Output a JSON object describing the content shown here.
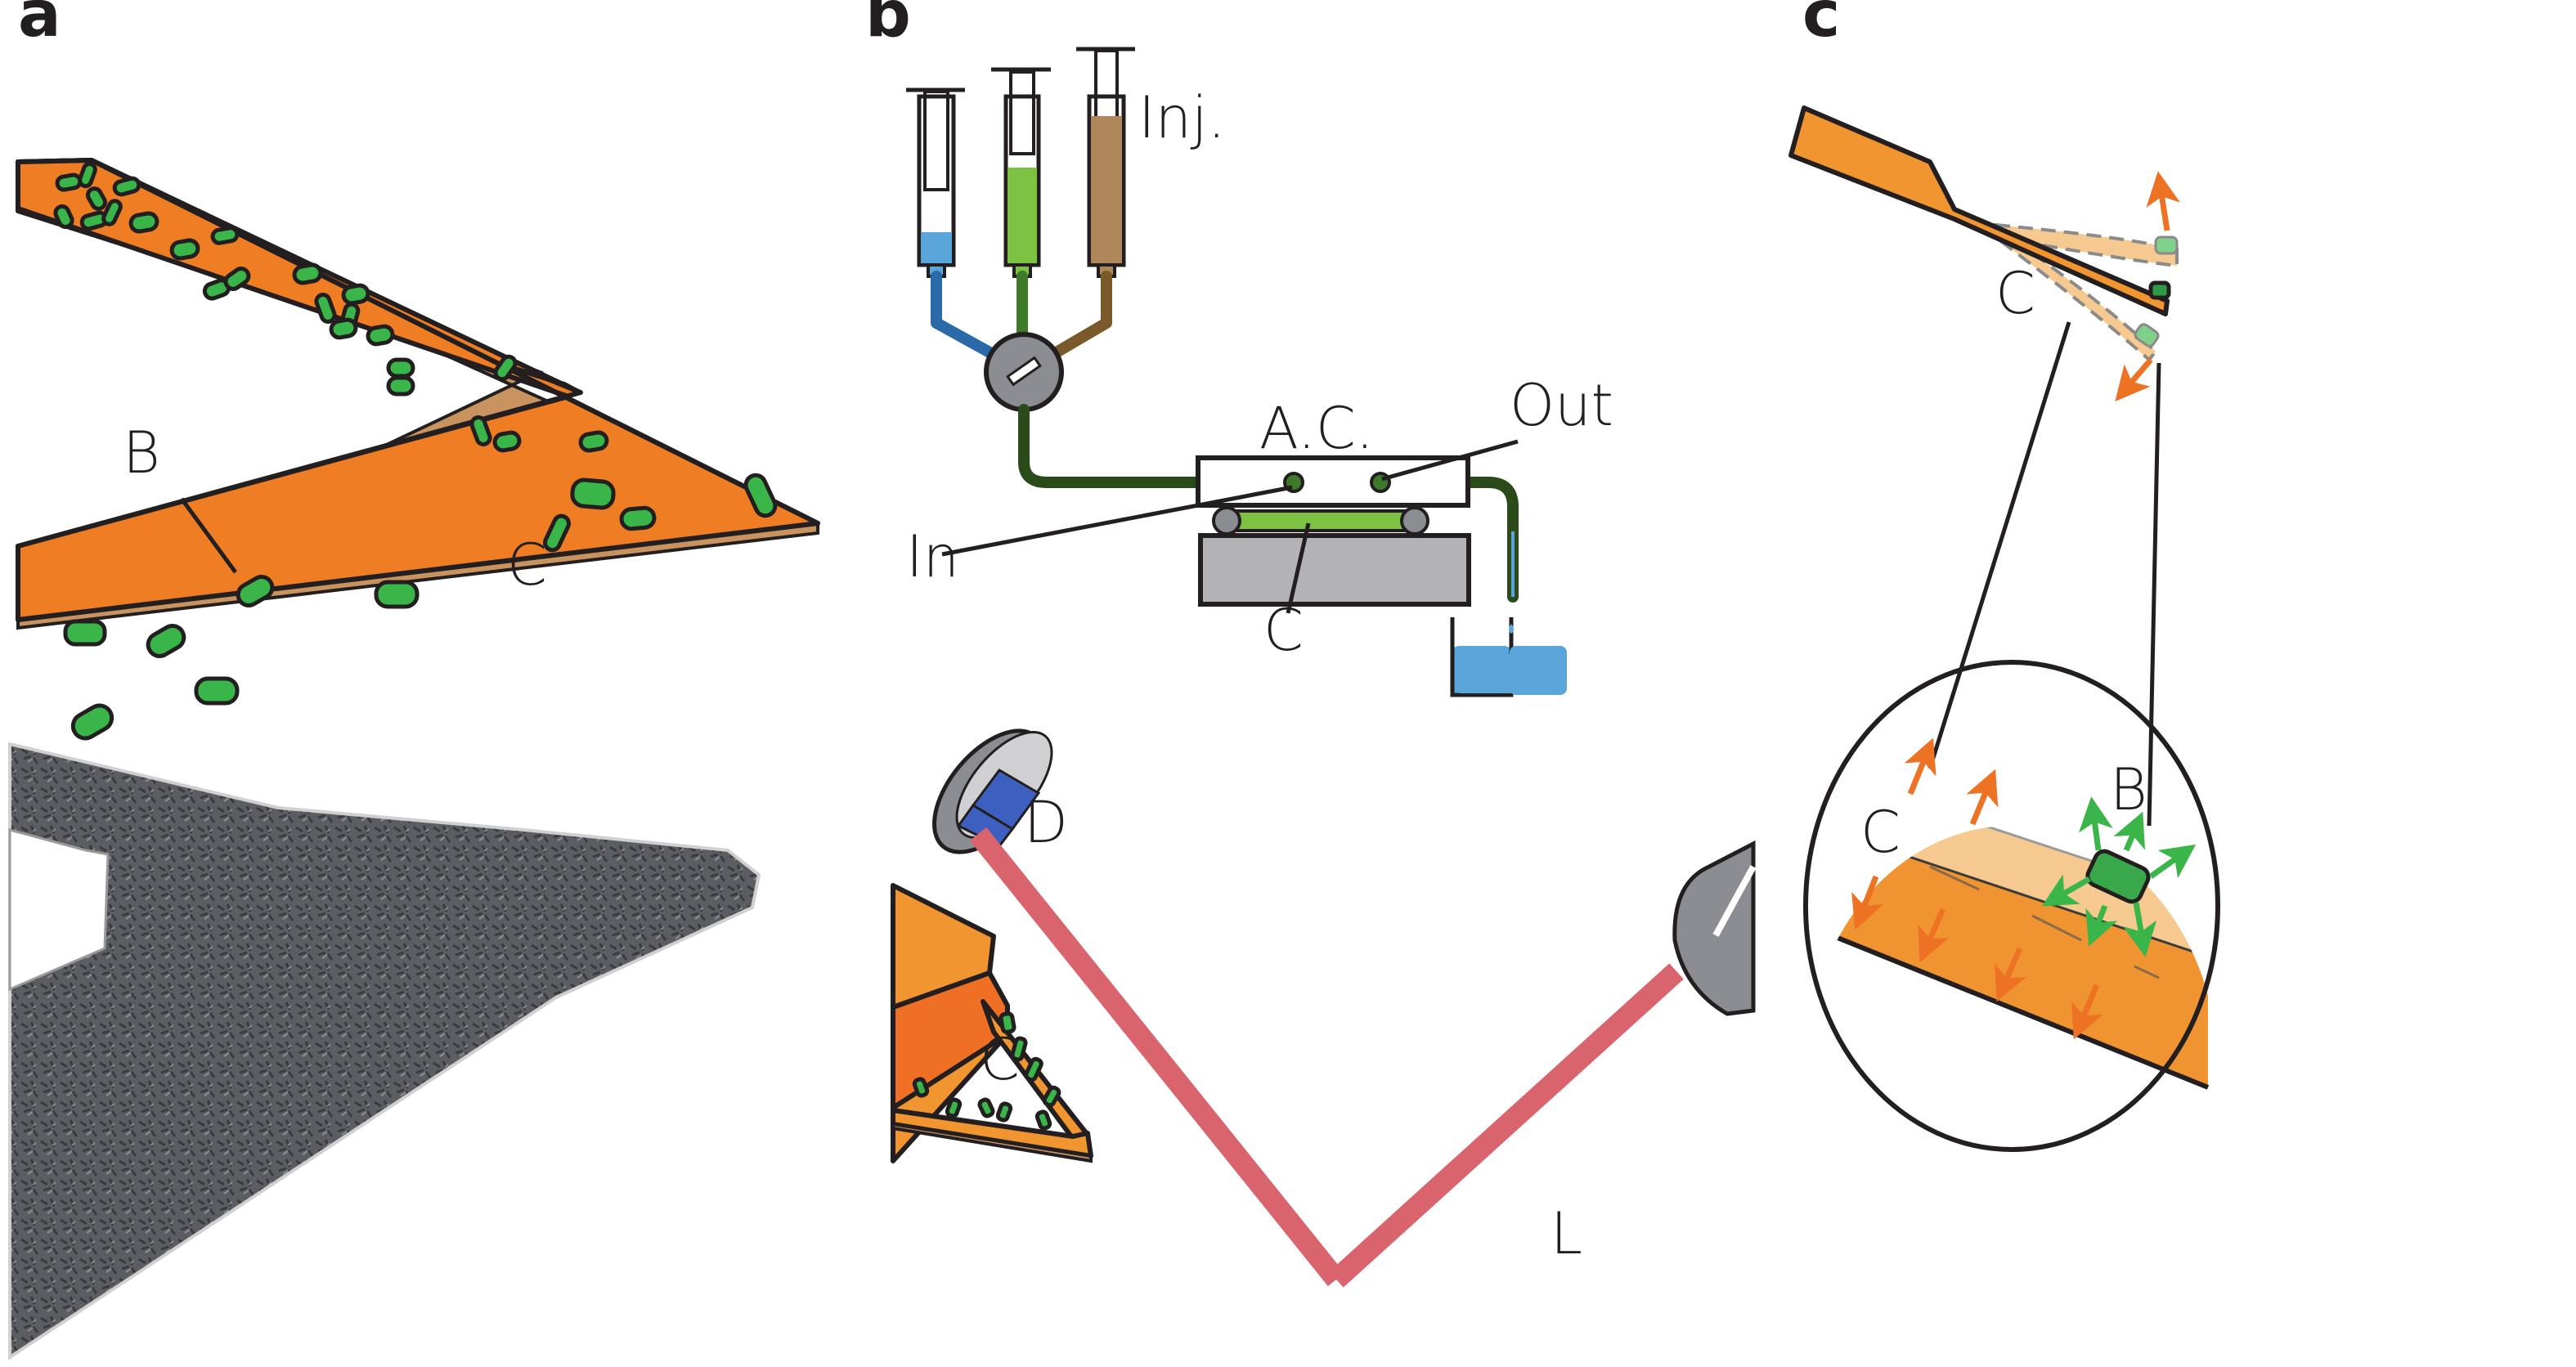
{
  "figure": {
    "panels": [
      {
        "id": "a",
        "letter": "a",
        "labels": {
          "bacteria": "B",
          "cantilever": "C"
        },
        "photo": "micrograph of cantilever covered by bacteria"
      },
      {
        "id": "b",
        "letter": "b",
        "labels": {
          "injection": "Inj.",
          "analysis_chamber": "A.C.",
          "outlet": "Out",
          "inlet": "In",
          "cantilever": "C",
          "detector": "D",
          "laser": "L",
          "cantilever_bottom": "C"
        }
      },
      {
        "id": "c",
        "letter": "c",
        "labels": {
          "cantilever": "C",
          "cantilever_zoom": "C",
          "bacterium": "B"
        }
      }
    ],
    "colors": {
      "cantilever": "#ef7d24",
      "cantilever_light": "#f0952f",
      "cantilever_ghost": "#f5c98f",
      "bacteria": "#39b54a",
      "laser": "#d9646e",
      "liquid_blue": "#5aa5da",
      "syringe_brown": "#b0875a",
      "detector_blue": "#3d5fbf",
      "gray": "#b3b3b5"
    },
    "syringes": [
      {
        "fluid": "blue"
      },
      {
        "fluid": "green"
      },
      {
        "fluid": "brown",
        "label": "Inj."
      }
    ]
  }
}
